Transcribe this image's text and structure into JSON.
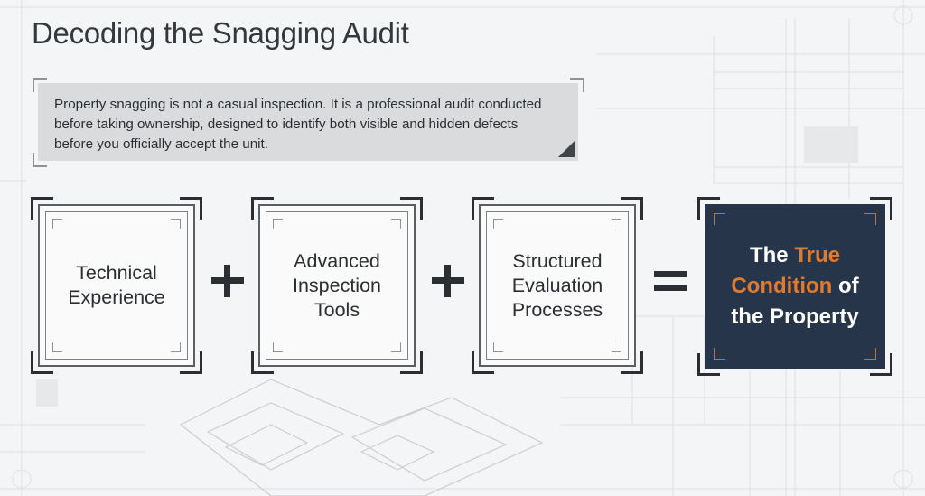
{
  "header": {
    "title": "Decoding the Snagging Audit"
  },
  "intro": {
    "text": "Property snagging is not a casual inspection. It is a professional audit conducted before taking ownership, designed to identify both visible and hidden defects before you officially accept the unit."
  },
  "equation": {
    "terms": [
      {
        "line1": "Technical",
        "line2": "Experience",
        "line3": ""
      },
      {
        "line1": "Advanced",
        "line2": "Inspection",
        "line3": "Tools"
      },
      {
        "line1": "Structured",
        "line2": "Evaluation",
        "line3": "Processes"
      }
    ],
    "operators": [
      "+",
      "+",
      "="
    ],
    "result": {
      "part1": "The ",
      "part2_accent": "True",
      "part3_accent": "Condition",
      "part4": " of",
      "part5": "the Property"
    }
  },
  "colors": {
    "result_background": "#26354a",
    "accent": "#e07a2e",
    "text_dark": "#2b2f33"
  }
}
